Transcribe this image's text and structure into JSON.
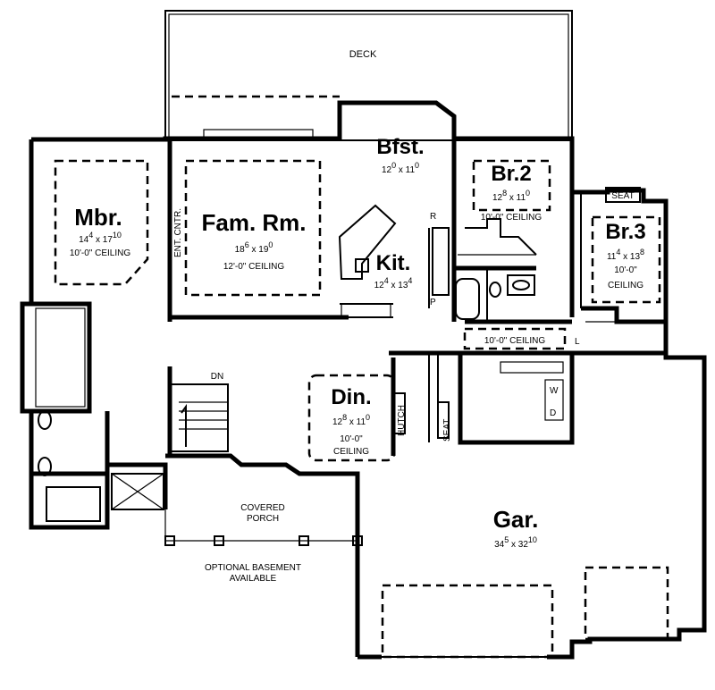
{
  "plan": {
    "deck": {
      "label": "DECK"
    },
    "rooms": {
      "mbr": {
        "name": "Mbr.",
        "dim_a": "14",
        "dim_a_sup": "4",
        "dim_b": "17",
        "dim_b_sup": "10",
        "ceiling": "10'-0\" CEILING"
      },
      "fam": {
        "name": "Fam. Rm.",
        "dim_a": "18",
        "dim_a_sup": "6",
        "dim_b": "19",
        "dim_b_sup": "0",
        "ceiling": "12'-0\" CEILING"
      },
      "bfst": {
        "name": "Bfst.",
        "dim_a": "12",
        "dim_a_sup": "0",
        "dim_b": "11",
        "dim_b_sup": "0"
      },
      "kit": {
        "name": "Kit.",
        "dim_a": "12",
        "dim_a_sup": "4",
        "dim_b": "13",
        "dim_b_sup": "4"
      },
      "br2": {
        "name": "Br.2",
        "dim_a": "12",
        "dim_a_sup": "8",
        "dim_b": "11",
        "dim_b_sup": "0",
        "ceiling": "10'-0\" CEILING"
      },
      "br3": {
        "name": "Br.3",
        "dim_a": "11",
        "dim_a_sup": "4",
        "dim_b": "13",
        "dim_b_sup": "8",
        "ceiling_1": "10'-0\"",
        "ceiling_2": "CEILING"
      },
      "din": {
        "name": "Din.",
        "dim_a": "12",
        "dim_a_sup": "8",
        "dim_b": "11",
        "dim_b_sup": "0",
        "ceiling_1": "10'-0\"",
        "ceiling_2": "CEILING"
      },
      "gar": {
        "name": "Gar.",
        "dim_a": "34",
        "dim_a_sup": "5",
        "dim_b": "32",
        "dim_b_sup": "10"
      }
    },
    "labels": {
      "ent_cntr": "ENT. CNTR.",
      "seat_br3": "SEAT",
      "hall_ceiling": "10'-0\" CEILING",
      "stairs": "DN",
      "hutch": "HUTCH",
      "seat_mud": "SEAT",
      "refrigerator": "R",
      "pantry": "P",
      "linen": "L",
      "washer": "W",
      "dryer": "D",
      "covered_porch_1": "COVERED",
      "covered_porch_2": "PORCH",
      "basement_1": "OPTIONAL BASEMENT",
      "basement_2": "AVAILABLE",
      "times": "x"
    }
  }
}
